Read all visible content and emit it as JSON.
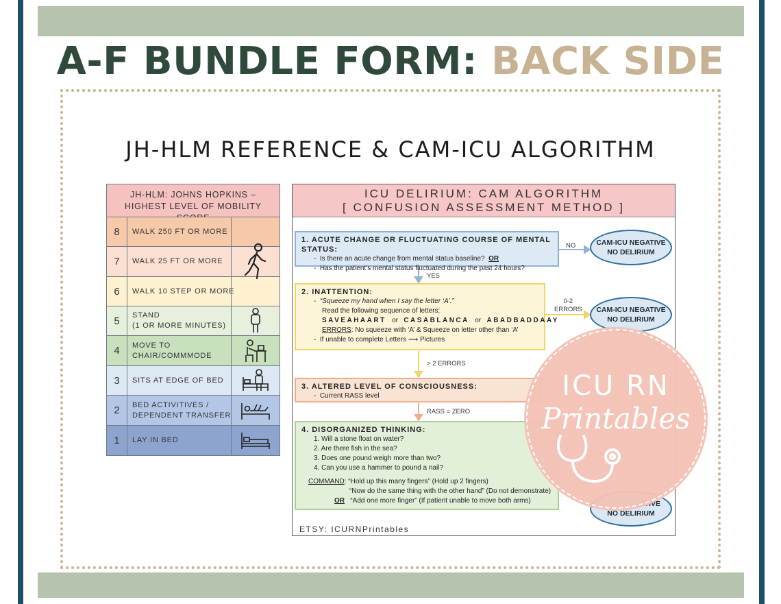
{
  "title": {
    "part1": "A-F BUNDLE FORM:",
    "part2": "BACK SIDE"
  },
  "subtitle": "JH-HLM REFERENCE & CAM-ICU ALGORITHM",
  "jh_hlm": {
    "header_line1": "JH-HLM: JOHNS HOPKINS –",
    "header_line2": "HIGHEST LEVEL OF MOBILITY SCORE",
    "rows": [
      {
        "num": "8",
        "label": "WALK 250 FT OR MORE",
        "color": "#f6c9a9"
      },
      {
        "num": "7",
        "label": "WALK 25 FT OR MORE",
        "color": "#fbe0d2"
      },
      {
        "num": "6",
        "label": "WALK 10 STEP OR MORE",
        "color": "#fdf1cf"
      },
      {
        "num": "5",
        "label": "STAND",
        "label2": "(1 OR MORE MINUTES)",
        "color": "#e6f0dc",
        "icon": "standing-person-icon"
      },
      {
        "num": "4",
        "label": "MOVE TO",
        "label2": "CHAIR/COMMMODE",
        "color": "#c8e1bc",
        "icon": "person-at-desk-icon"
      },
      {
        "num": "3",
        "label": "SITS AT EDGE OF BED",
        "color": "#dce8f4",
        "icon": "sit-bed-edge-icon"
      },
      {
        "num": "2",
        "label": "BED ACTIVITIVES /",
        "label2": "DEPENDENT TRANSFER",
        "color": "#b3c6e6",
        "icon": "lying-active-icon"
      },
      {
        "num": "1",
        "label": "LAY IN BED",
        "color": "#8da4cf",
        "icon": "bed-icon"
      }
    ],
    "walk_icon": "walking-person-icon"
  },
  "cam": {
    "header_line1": "ICU DELIRIUM: CAM ALGORITHM",
    "header_line2": "[ CONFUSION ASSESSMENT METHOD ]",
    "step1": {
      "title": "1. ACUTE CHANGE OR FLUCTUATING COURSE OF MENTAL STATUS:",
      "b1": "Is there an acute change from mental status baseline?",
      "b1_or": "OR",
      "b2": "Has the patient’s mental status fluctuated during the past 24 hours?"
    },
    "step2": {
      "title": "2. INATTENTION:",
      "b1": "“Squeeze my hand when I say the letter ‘A’.”",
      "l2": "Read the following sequence of letters:",
      "seq1": "SAVEAHAART",
      "or1": "or",
      "seq2": "CASABLANCA",
      "or2": "or",
      "seq3": "ABADBADDAAY",
      "errors_label": "ERRORS",
      "errors_text": ": No squeeze with ‘A’ & Squeeze on letter other than ‘A’",
      "b3": "If unable to complete Letters ⟶ Pictures"
    },
    "step3": {
      "title": "3. ALTERED LEVEL OF CONSCIOUSNESS:",
      "b1": "Current RASS level"
    },
    "step4": {
      "title": "4. DISORGANIZED THINKING:",
      "q1": "1.   Will a stone float on water?",
      "q2": "2.   Are there fish in the sea?",
      "q3": "3.   Does one pound weigh more than two?",
      "q4": "4.   Can you use a hammer to pound a nail?",
      "command_label": "COMMAND",
      "c1": ": “Hold up this many fingers” (Hold up 2 fingers)",
      "c2": "“Now do the same thing with the other hand” (Do not demonstrate)",
      "or_label": "OR",
      "c3": "“Add one more finger” (If patient unable to move both arms)"
    },
    "labels": {
      "no": "NO",
      "yes": "YES",
      "errors_02_line1": "0-2",
      "errors_02_line2": "ERRORS",
      "gt2": "> 2 ERRORS",
      "rass_zero": "RASS = ZERO"
    },
    "negative": {
      "line1": "CAM-ICU NEGATIVE",
      "line2": "NO DELIRIUM",
      "partial1": "ATIVE"
    },
    "etsy": "ETSY: ICURNPrintables"
  },
  "watermark": {
    "line1": "ICU RN",
    "line2": "Printables"
  },
  "colors": {
    "navy": "#1f4e6b",
    "sage": "#b6c3ae",
    "green_title": "#2f4a3b",
    "tan_title": "#c7b394"
  }
}
